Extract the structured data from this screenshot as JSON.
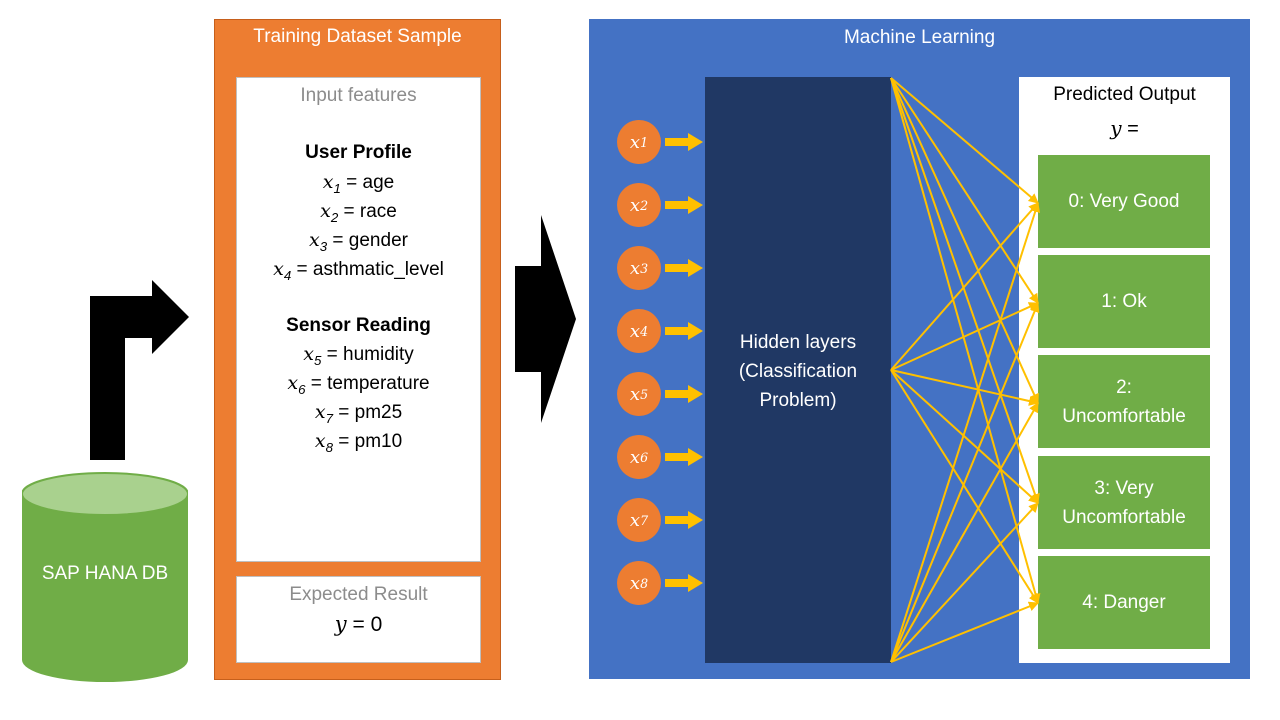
{
  "database": {
    "label": "SAP HANA DB"
  },
  "training": {
    "title": "Training Dataset Sample",
    "input_heading": "Input features",
    "user_profile": {
      "heading": "User Profile",
      "features": [
        {
          "var": "x",
          "index": "1",
          "name": "age"
        },
        {
          "var": "x",
          "index": "2",
          "name": "race"
        },
        {
          "var": "x",
          "index": "3",
          "name": "gender"
        },
        {
          "var": "x",
          "index": "4",
          "name": "asthmatic_level"
        }
      ]
    },
    "sensor_reading": {
      "heading": "Sensor Reading",
      "features": [
        {
          "var": "x",
          "index": "5",
          "name": "humidity"
        },
        {
          "var": "x",
          "index": "6",
          "name": "temperature"
        },
        {
          "var": "x",
          "index": "7",
          "name": "pm25"
        },
        {
          "var": "x",
          "index": "8",
          "name": "pm10"
        }
      ]
    },
    "expected_heading": "Expected Result",
    "expected_var": "y",
    "expected_value": "0"
  },
  "ml": {
    "title": "Machine Learning",
    "inputs": [
      {
        "var": "x",
        "index": "1"
      },
      {
        "var": "x",
        "index": "2"
      },
      {
        "var": "x",
        "index": "3"
      },
      {
        "var": "x",
        "index": "4"
      },
      {
        "var": "x",
        "index": "5"
      },
      {
        "var": "x",
        "index": "6"
      },
      {
        "var": "x",
        "index": "7"
      },
      {
        "var": "x",
        "index": "8"
      }
    ],
    "hidden_label_lines": [
      "Hidden layers",
      "(Classification",
      "Problem)"
    ],
    "output_title": "Predicted Output",
    "output_var": "y",
    "classes": [
      {
        "lines": [
          "0: Very Good"
        ]
      },
      {
        "lines": [
          "1: Ok"
        ]
      },
      {
        "lines": [
          "2:",
          "Uncomfortable"
        ]
      },
      {
        "lines": [
          "3: Very",
          "Uncomfortable"
        ]
      },
      {
        "lines": [
          "4: Danger"
        ]
      }
    ]
  },
  "colors": {
    "orange": "#ED7D31",
    "blue": "#4472C4",
    "navy": "#203864",
    "green": "#70AD47",
    "light_green": "#A9D18E",
    "connector": "#FFC000"
  }
}
